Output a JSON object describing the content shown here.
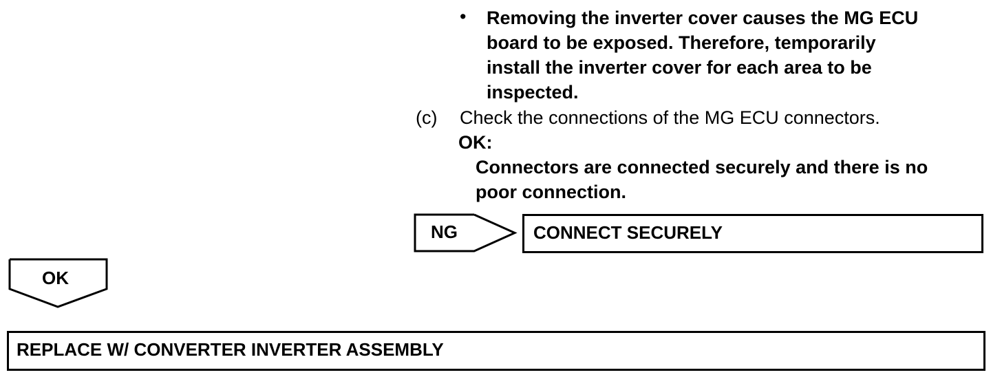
{
  "note": {
    "bullet": "•",
    "lines": [
      "Removing the inverter cover causes the MG ECU",
      "board to be exposed. Therefore, temporarily",
      "install the inverter cover for each area to be",
      "inspected."
    ]
  },
  "step": {
    "label": "(c)",
    "text": "Check the connections of the MG ECU connectors.",
    "ok_label": "OK:",
    "ok_lines": [
      "Connectors are connected securely and there is no",
      "poor connection."
    ]
  },
  "ng_branch": {
    "label": "NG",
    "action": "CONNECT SECURELY"
  },
  "ok_branch": {
    "label": "OK",
    "action": "REPLACE W/ CONVERTER INVERTER ASSEMBLY"
  }
}
